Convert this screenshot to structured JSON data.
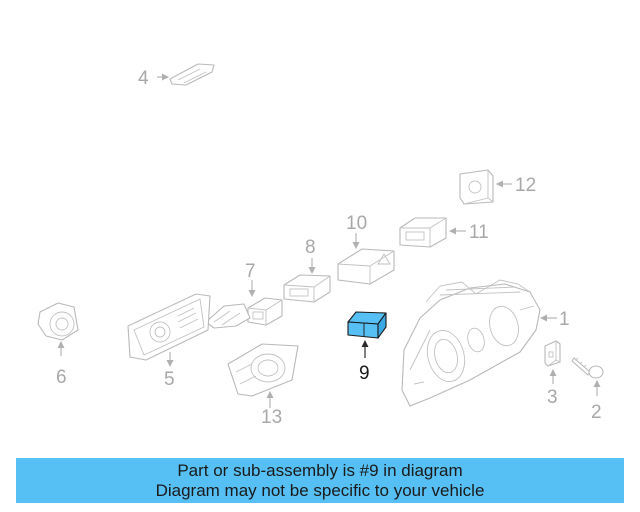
{
  "callouts": {
    "p1": "1",
    "p2": "2",
    "p3": "3",
    "p4": "4",
    "p5": "5",
    "p6": "6",
    "p7": "7",
    "p8": "8",
    "p9": "9",
    "p10": "10",
    "p11": "11",
    "p12": "12",
    "p13": "13"
  },
  "highlighted_part": "9",
  "colors": {
    "highlight_part": "#56bff4",
    "banner": "#56bff4",
    "label_gray": "#a8a8a8"
  },
  "banner": {
    "line1": "Part or sub-assembly is #9 in diagram",
    "line2": "Diagram may not be specific to your vehicle"
  }
}
